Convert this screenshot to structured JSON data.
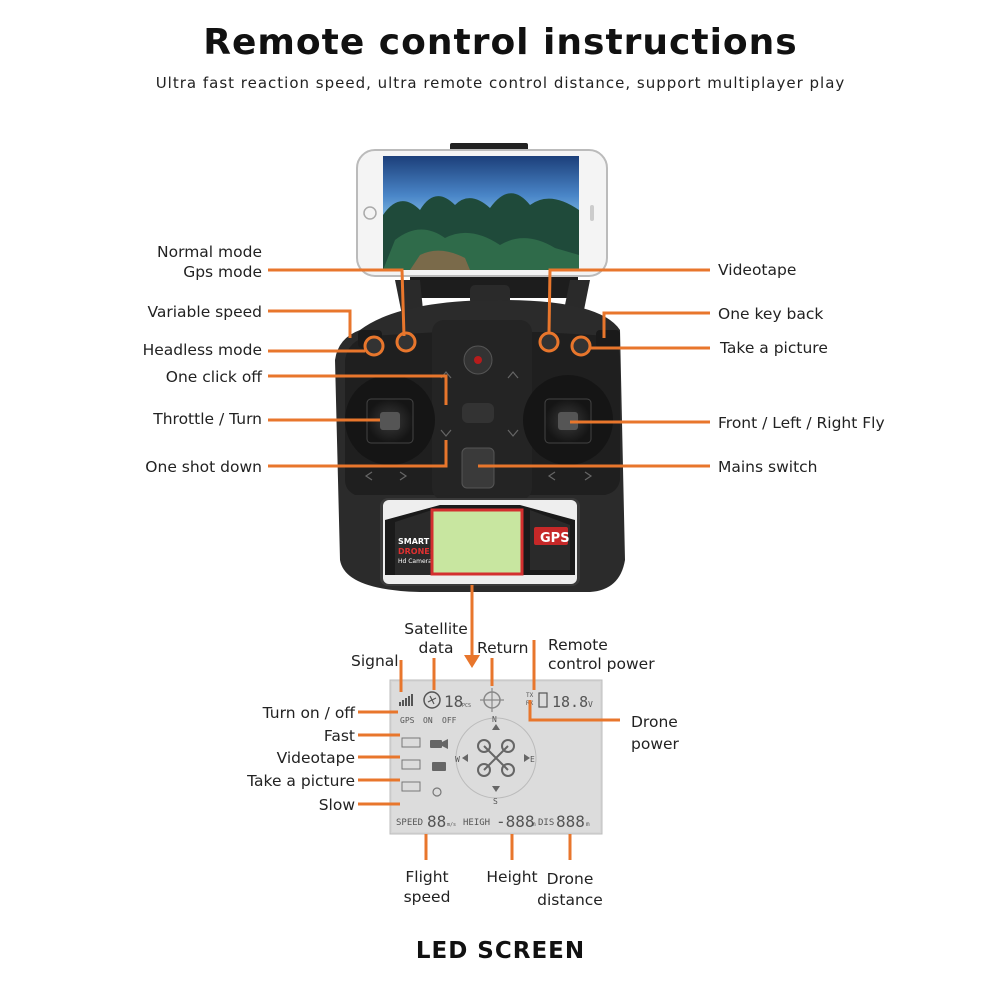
{
  "title": "Remote control instructions",
  "subtitle": "Ultra fast reaction speed, ultra remote control distance, support multiplayer play",
  "labels_left": {
    "normal_mode": "Normal mode",
    "gps_mode": "Gps mode",
    "variable_speed": "Variable speed",
    "headless_mode": "Headless mode",
    "one_click_off": "One click off",
    "throttle_turn": "Throttle / Turn",
    "one_shot_down": "One shot down"
  },
  "labels_right": {
    "videotape": "Videotape",
    "one_key_back": "One key back",
    "take_a_picture": "Take a picture",
    "front_left_right_fly": "Front / Left / Right Fly",
    "mains_switch": "Mains switch"
  },
  "controller": {
    "brand_line1": "SMART",
    "brand_line2": "DRONES",
    "brand_line3": "Hd Camera",
    "gps_badge": "GPS"
  },
  "lcd_labels": {
    "signal": "Signal",
    "satellite_data_1": "Satellite",
    "satellite_data_2": "data",
    "return": "Return",
    "remote_power_1": "Remote",
    "remote_power_2": "control power",
    "turn_on_off": "Turn on / off",
    "fast": "Fast",
    "videotape": "Videotape",
    "take_a_picture": "Take a picture",
    "slow": "Slow",
    "drone_power_1": "Drone",
    "drone_power_2": "power",
    "flight_speed_1": "Flight",
    "flight_speed_2": "speed",
    "height": "Height",
    "drone_distance_1": "Drone",
    "drone_distance_2": "distance"
  },
  "lcd_screen": {
    "gps": "GPS",
    "on": "ON",
    "off": "OFF",
    "sat_count": "18",
    "sat_unit": "PCS",
    "tx": "TX",
    "rx": "RX",
    "voltage": "18.8",
    "voltage_unit": "V",
    "n": "N",
    "s": "S",
    "e": "E",
    "w": "W",
    "speed_label": "SPEED",
    "speed_value": "88",
    "speed_unit": "m/s",
    "height_label": "HEIGH",
    "height_value": "-888",
    "height_unit": "m",
    "dis_label": "DIS",
    "dis_value": "888",
    "dis_unit": "m"
  },
  "footer": "LED SCREEN",
  "colors": {
    "accent": "#e8762c",
    "lcd_bg": "#d8d8d8",
    "lcd_green": "#cfe8a8"
  }
}
